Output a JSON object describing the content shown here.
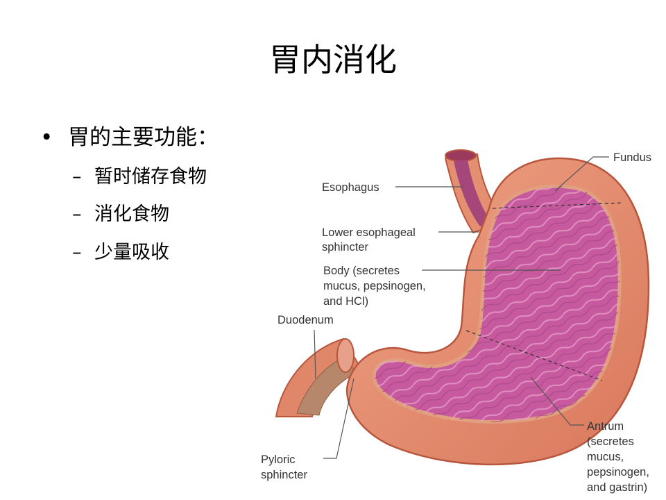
{
  "title": "胃内消化",
  "bullet": {
    "symbol": "•",
    "text": "胃的主要功能：",
    "dash": "–",
    "items": [
      "暂时储存食物",
      "消化食物",
      "少量吸收"
    ]
  },
  "figure": {
    "labels": {
      "fundus": "Fundus",
      "esophagus": "Esophagus",
      "les_1": "Lower esophageal",
      "les_2": "sphincter",
      "body_1": "Body (secretes",
      "body_2": "mucus, pepsinogen,",
      "body_3": "and HCl)",
      "duodenum": "Duodenum",
      "pyloric_1": "Pyloric",
      "pyloric_2": "sphincter",
      "antrum_1": "Antrum",
      "antrum_2": "(secretes",
      "antrum_3": "mucus,",
      "antrum_4": "pepsinogen,",
      "antrum_5": "and gastrin)"
    },
    "colors": {
      "outer_wall": "#e58f72",
      "wall_edge": "#c8654a",
      "mucosa": "#c75a9e",
      "mucosa_fold": "#e39ac6",
      "leader_line": "#555555"
    }
  }
}
